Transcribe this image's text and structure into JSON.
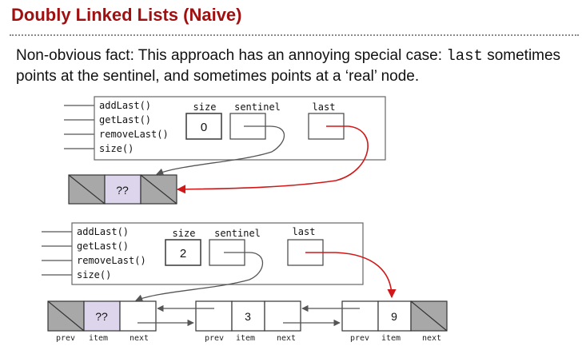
{
  "slide": {
    "title": "Doubly Linked Lists (Naive)",
    "intro": {
      "before": "Non-obvious fact: This approach has an annoying special case: ",
      "code": "last",
      "after": " sometimes points at the sentinel, and sometimes points at a ‘real’ node."
    }
  },
  "diagram_top": {
    "methods": [
      "addLast()",
      "getLast()",
      "removeLast()",
      "size()"
    ],
    "fields": {
      "size": "size",
      "sentinel": "sentinel",
      "last": "last"
    },
    "size_value": "0",
    "sentinel_item": "??"
  },
  "diagram_bottom": {
    "methods": [
      "addLast()",
      "getLast()",
      "removeLast()",
      "size()"
    ],
    "fields": {
      "size": "size",
      "sentinel": "sentinel",
      "last": "last"
    },
    "size_value": "2",
    "nodes": [
      {
        "item": "??",
        "labels": [
          "prev",
          "item",
          "next"
        ]
      },
      {
        "item": "3",
        "labels": [
          "prev",
          "item",
          "next"
        ]
      },
      {
        "item": "9",
        "labels": [
          "prev",
          "item",
          "next"
        ]
      }
    ]
  },
  "colors": {
    "title": "#a01010",
    "pointer_red": "#d01818",
    "pointer_gray": "#555555",
    "sentinel_item_fill": "#ddd5ec",
    "null_cell_fill": "#a8a8a8"
  }
}
